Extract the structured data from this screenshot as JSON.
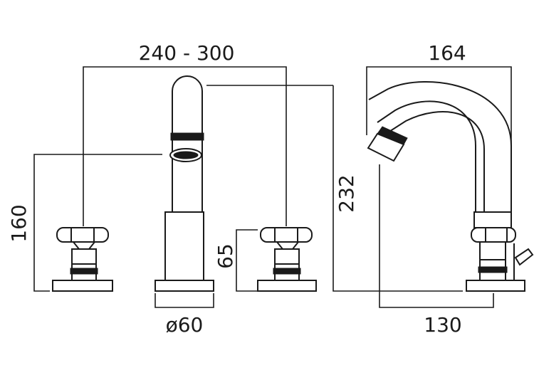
{
  "diagram": {
    "line_color": "#1a1a1a",
    "background": "#ffffff",
    "labels": {
      "handle_spacing": "240 - 300",
      "side_depth": "164",
      "left_tap_height": "160",
      "spout_total_height": "232",
      "right_tap_height": "65",
      "base_diameter": "ø60",
      "side_base_span": "130"
    }
  }
}
